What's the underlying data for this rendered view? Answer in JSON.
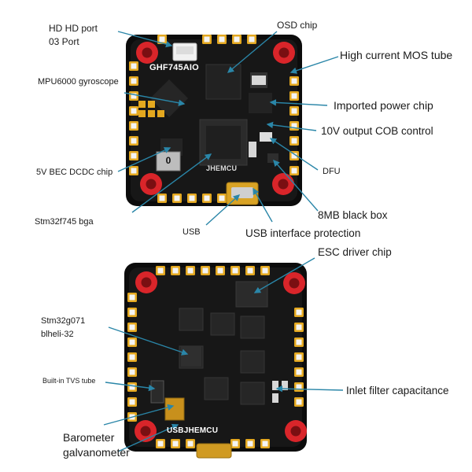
{
  "colors": {
    "pcb": "#171717",
    "pcb_edge": "#0c0c0c",
    "gold": "#e4a81f",
    "white_pad": "#f4f4f4",
    "red_mount": "#d9252a",
    "arrow": "#2a86a8",
    "chip": "#262626"
  },
  "board1": {
    "silk_model": "GHF745AIO",
    "silk_brand": "JHEMCU",
    "capacitor_marking": "0"
  },
  "board2": {
    "silk_brand": "USBJHEMCU"
  },
  "labels": {
    "hd_port_line1": "HD HD port",
    "hd_port_line2": "03 Port",
    "osd_chip": "OSD chip",
    "high_current_mos": "High current MOS tube",
    "mpu6000": "MPU6000 gyroscope",
    "imported_power_chip": "Imported power chip",
    "cob_control": "10V output COB control",
    "bec_dcdc": "5V BEC DCDC chip",
    "dfu": "DFU",
    "eight_mb": "8MB black box",
    "stm32f745": "Stm32f745 bga",
    "usb": "USB",
    "usb_protection": "USB interface protection",
    "esc_driver": "ESC driver chip",
    "stm32g071_line1": "Stm32g071",
    "stm32g071_line2": "blheli-32",
    "tvs_tube": "Built-in TVS tube",
    "inlet_filter": "Inlet filter capacitance",
    "barometer_line1": "Barometer",
    "barometer_line2": "galvanometer"
  }
}
